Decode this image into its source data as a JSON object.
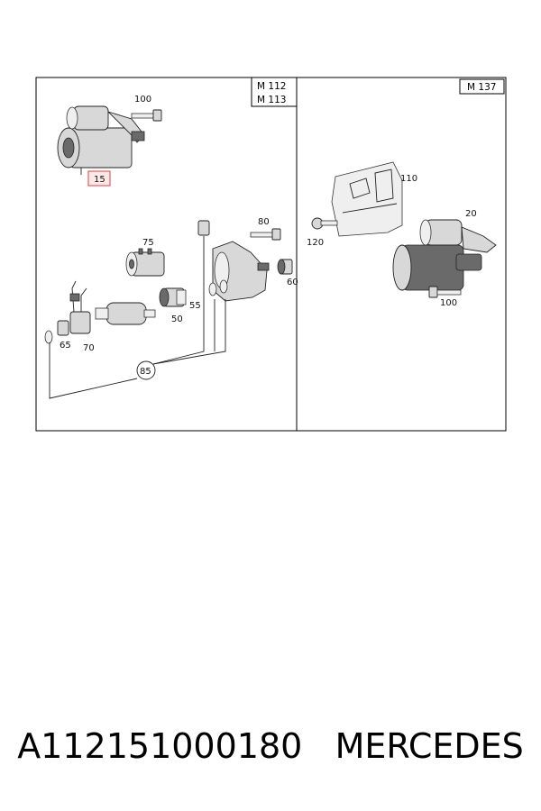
{
  "header": {
    "left_model_line1": "M 112",
    "left_model_line2": "M 113",
    "right_model": "M 137"
  },
  "callouts": {
    "p15": "15",
    "p100a": "100",
    "p80": "80",
    "p75": "75",
    "p60": "60",
    "p55": "55",
    "p50": "50",
    "p65": "65",
    "p70": "70",
    "p85": "85",
    "p110": "110",
    "p120": "120",
    "p20": "20",
    "p100b": "100"
  },
  "caption": {
    "part_number": "A112151000180",
    "brand": "MERCEDES"
  },
  "colors": {
    "highlight": "#e04040",
    "frame": "#000000"
  }
}
